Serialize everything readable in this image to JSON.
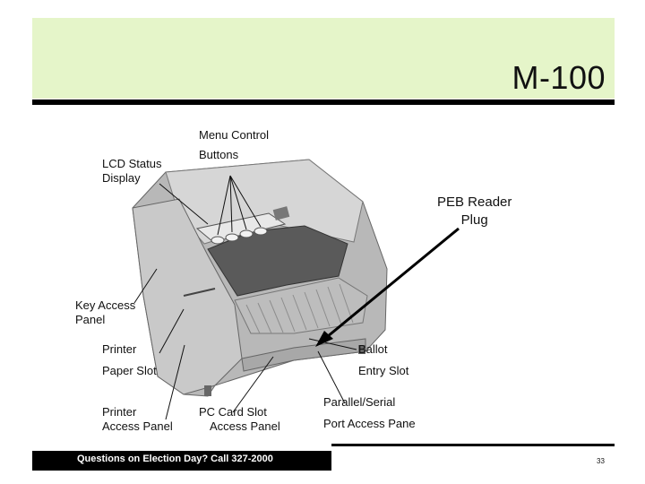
{
  "slide": {
    "title": "M-100",
    "footer": "Questions on Election Day? Call 327-2000",
    "page_number": "33"
  },
  "labels": {
    "menu_control_1": "Menu Control",
    "menu_control_2": "Buttons",
    "lcd_1": "LCD Status",
    "lcd_2": "Display",
    "key_access_1": "Key Access",
    "key_access_2": "Panel",
    "printer_paper_1": "Printer",
    "printer_paper_2": "Paper Slot",
    "printer_access_1": "Printer",
    "printer_access_2": "Access Panel",
    "pc_card_1": "PC Card Slot",
    "pc_card_2": "Access Panel",
    "parallel_1": "Parallel/Serial",
    "parallel_2": "Port Access Pane",
    "ballot_1": "Ballot",
    "ballot_2": "Entry Slot",
    "peb_1": "PEB Reader",
    "peb_2": "Plug"
  }
}
